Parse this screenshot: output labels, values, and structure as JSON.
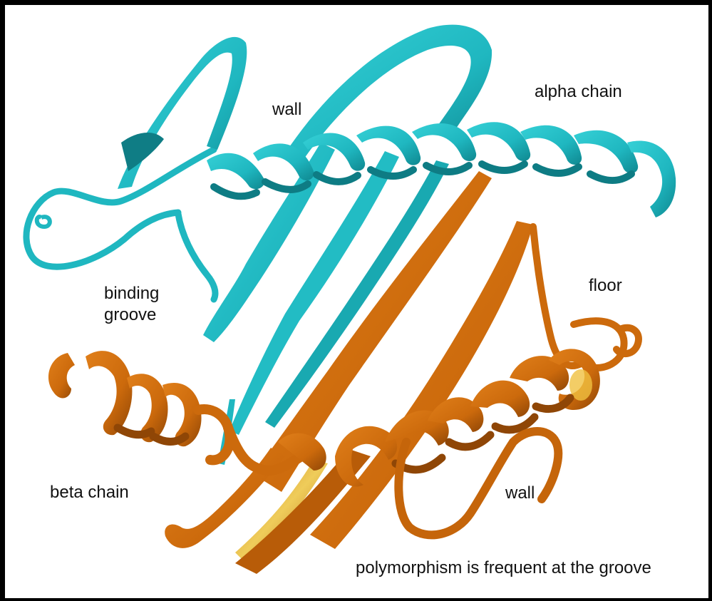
{
  "labels": {
    "wall_top": "wall",
    "alpha_chain": "alpha chain",
    "binding_line1": "binding",
    "binding_line2": "groove",
    "floor": "floor",
    "beta_chain": "beta chain",
    "wall_bottom": "wall",
    "polymorphism": "polymorphism is frequent at the groove"
  },
  "colors": {
    "alpha_chain": "#1fb7c0",
    "alpha_chain_dark": "#0f8890",
    "beta_chain": "#cc6a0c",
    "beta_chain_dark": "#8f4606",
    "beta_highlight": "#e9c04a",
    "border": "#000000"
  }
}
